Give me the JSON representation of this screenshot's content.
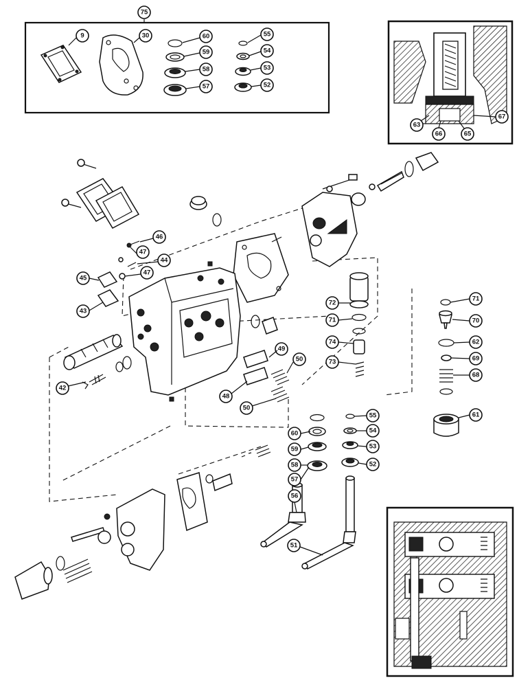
{
  "callouts": {
    "c75": "75",
    "c9": "9",
    "c30": "30",
    "c60a": "60",
    "c59a": "59",
    "c58a": "58",
    "c57a": "57",
    "c55a": "55",
    "c54a": "54",
    "c53a": "53",
    "c52a": "52",
    "c63": "63",
    "c66": "66",
    "c65": "65",
    "c67": "67",
    "c46": "46",
    "c47a": "47",
    "c44": "44",
    "c47b": "47",
    "c45": "45",
    "c43": "43",
    "c42": "42",
    "c49": "49",
    "c50a": "50",
    "c48": "48",
    "c50b": "50",
    "c72": "72",
    "c71a": "71",
    "c74": "74",
    "c73": "73",
    "c71b": "71",
    "c70": "70",
    "c62": "62",
    "c69": "69",
    "c68": "68",
    "c61": "61",
    "c60b": "60",
    "c59b": "59",
    "c58b": "58",
    "c57b": "57",
    "c56": "56",
    "c55b": "55",
    "c54b": "54",
    "c53b": "53",
    "c52b": "52",
    "c51": "51"
  }
}
